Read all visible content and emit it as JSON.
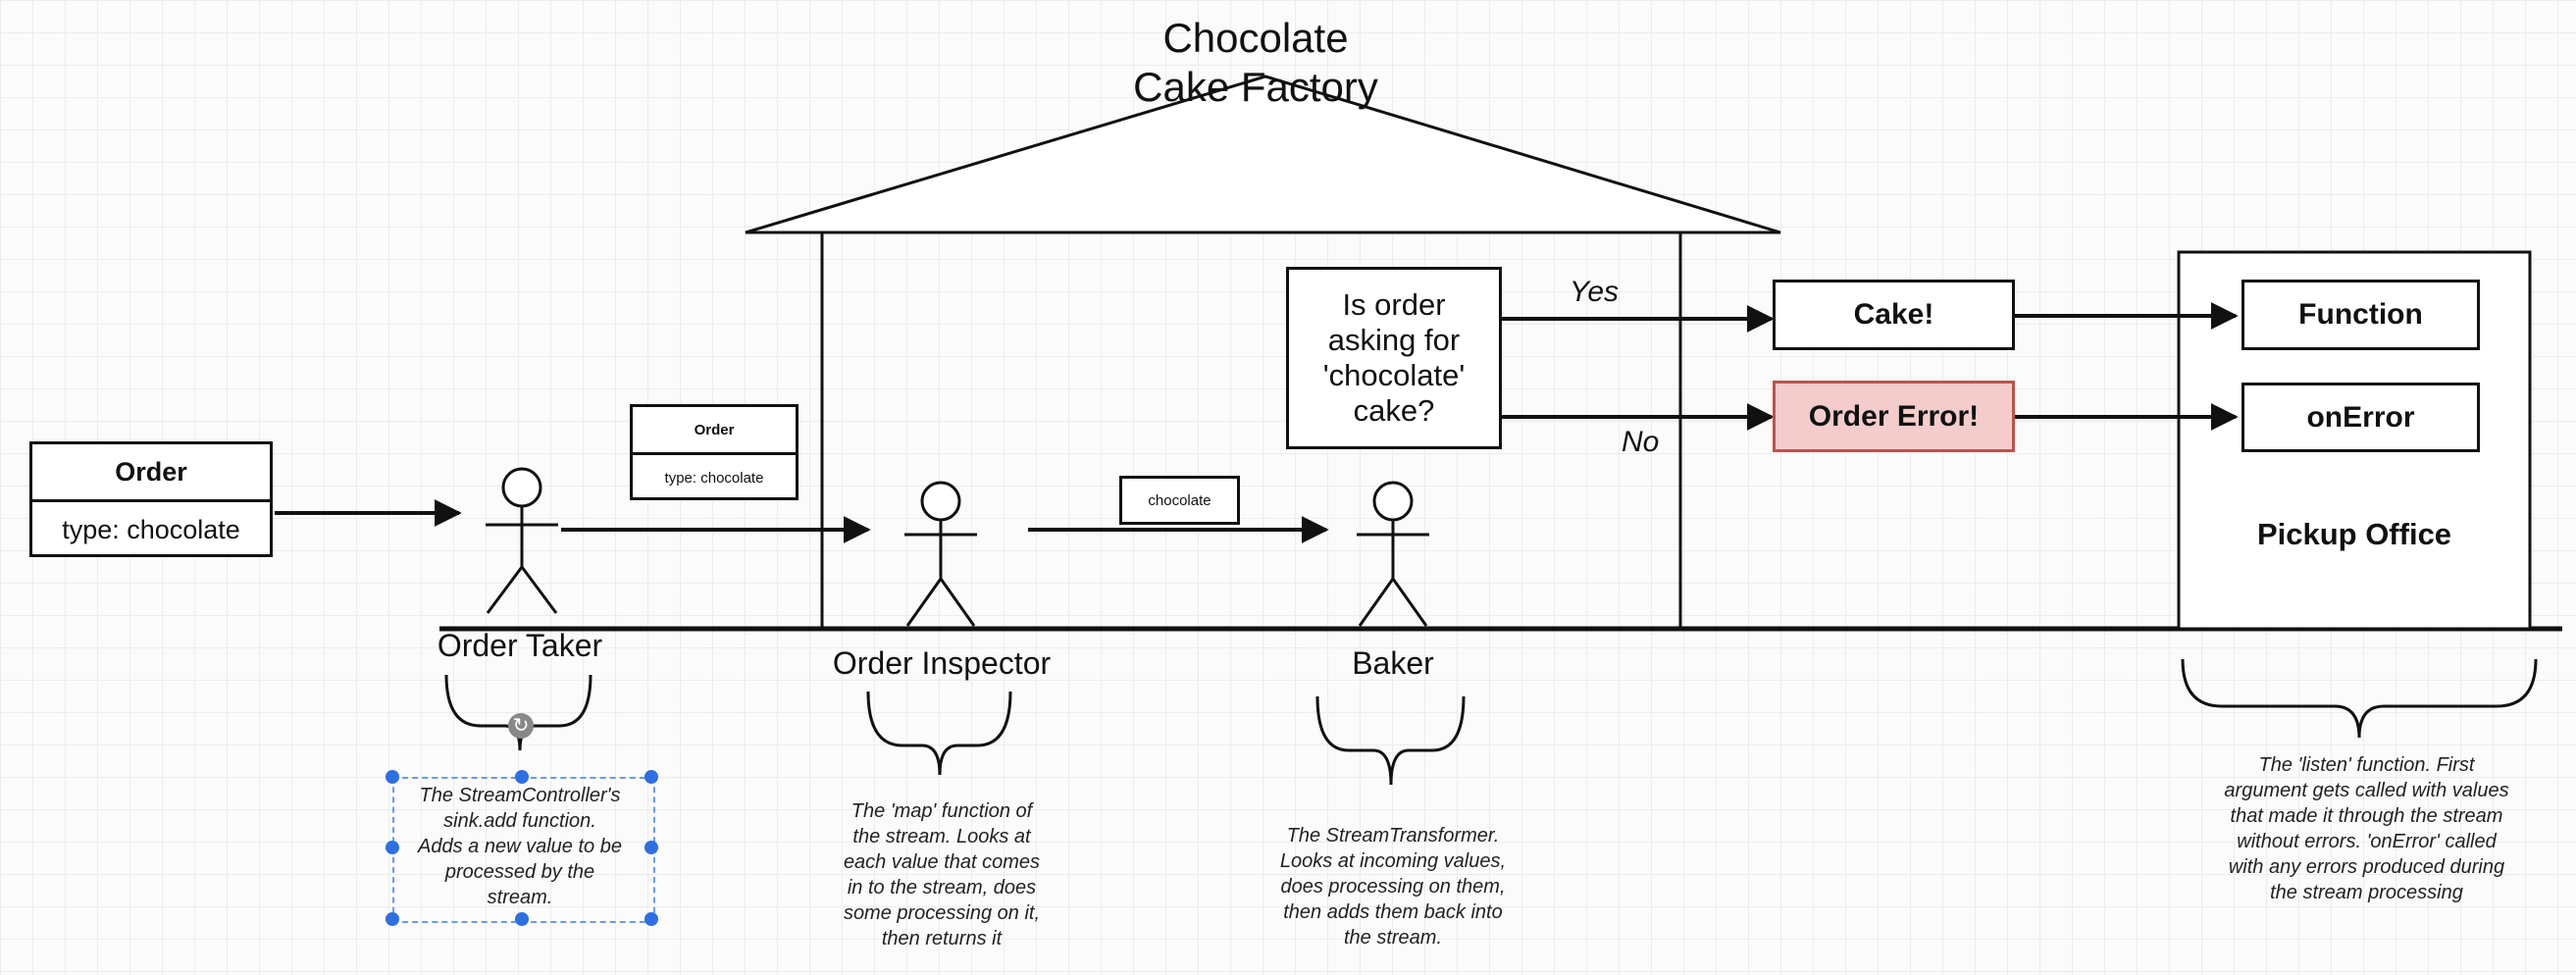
{
  "title": "Chocolate\nCake Factory",
  "order_card": {
    "header": "Order",
    "value": "type: chocolate"
  },
  "order_card_small": {
    "header": "Order",
    "value": "type: chocolate"
  },
  "chocolate_tag": "chocolate",
  "decision": {
    "text": "Is order\nasking for\n'chocolate'\ncake?",
    "yes_label": "Yes",
    "no_label": "No"
  },
  "outputs": {
    "cake": "Cake!",
    "error": "Order Error!"
  },
  "pickup": {
    "function": "Function",
    "on_error": "onError",
    "office": "Pickup Office"
  },
  "actors": {
    "order_taker": "Order Taker",
    "order_inspector": "Order Inspector",
    "baker": "Baker"
  },
  "notes": {
    "order_taker": "The StreamController's\nsink.add function.\nAdds a new value to be\nprocessed by the\nstream.",
    "order_inspector": "The 'map' function of\nthe stream.  Looks at\neach value that comes\nin to the stream, does\nsome processing on it,\nthen returns it",
    "baker": "The StreamTransformer.\nLooks at incoming values,\ndoes processing on them,\nthen adds them back into\nthe stream.",
    "pickup": "The 'listen' function.  First\nargument gets called with values\nthat made it through the stream\nwithout errors.  'onError' called\nwith any errors produced during\nthe stream processing"
  },
  "colors": {
    "error_fill": "#f4cccc",
    "error_stroke": "#b85450",
    "selection": "#2f6fe0"
  }
}
